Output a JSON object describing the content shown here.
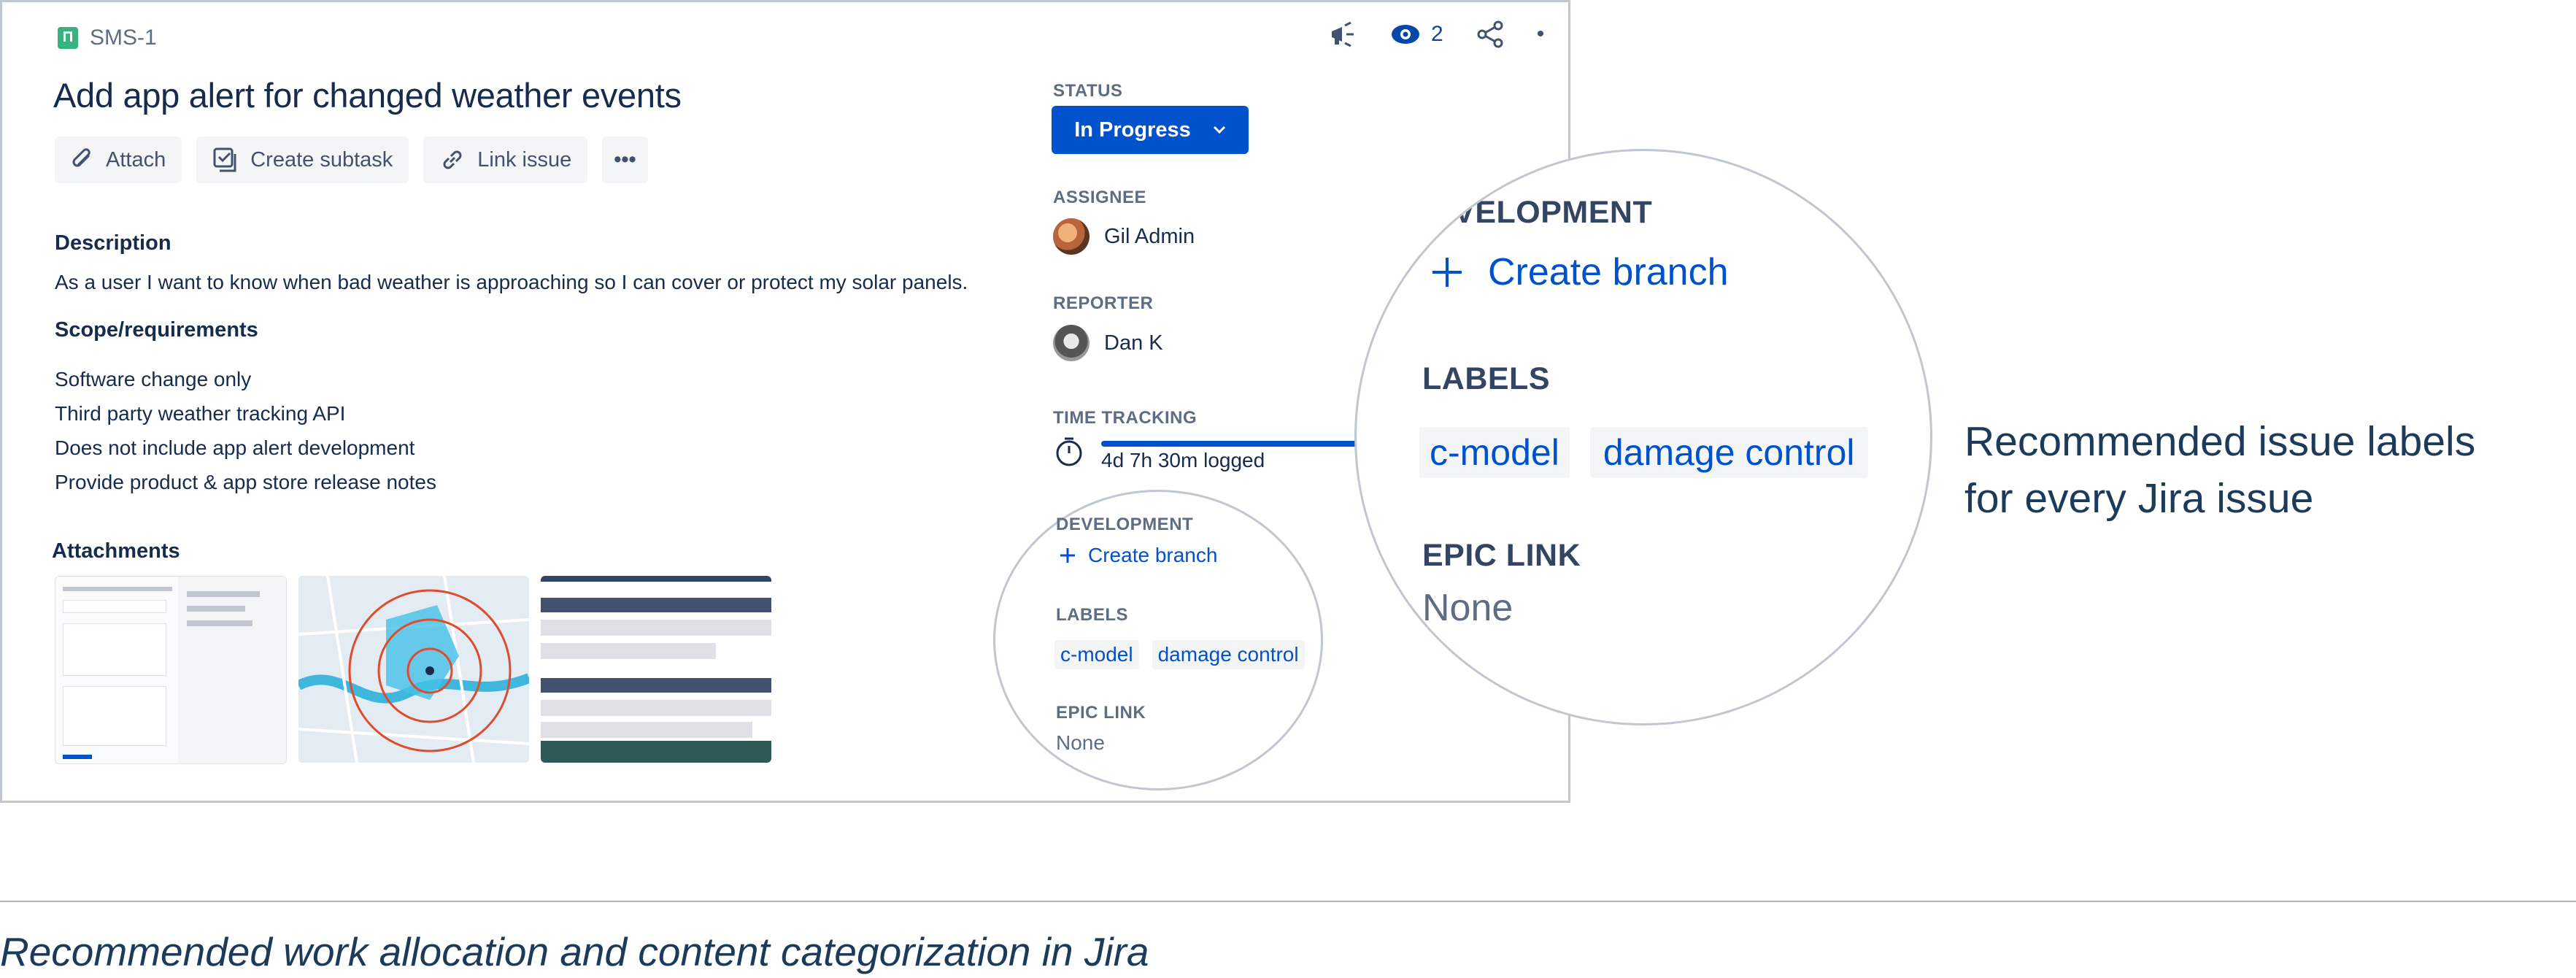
{
  "issue": {
    "key": "SMS-1",
    "title": "Add app alert for changed weather events",
    "watchers": "2"
  },
  "toolbar": {
    "attach": "Attach",
    "create_subtask": "Create subtask",
    "link_issue": "Link issue",
    "more": "•••"
  },
  "description": {
    "heading": "Description",
    "text": "As a user I want to know when bad weather is approaching so I can cover or protect my solar panels.",
    "scope_heading": "Scope/requirements",
    "items": [
      "Software change only",
      "Third party weather tracking API",
      "Does not include app alert development",
      "Provide product & app store release notes"
    ]
  },
  "attachments": {
    "heading": "Attachments"
  },
  "fields": {
    "status_label": "STATUS",
    "status_value": "In Progress",
    "assignee_label": "ASSIGNEE",
    "assignee_name": "Gil Admin",
    "reporter_label": "REPORTER",
    "reporter_name": "Dan K",
    "time_label": "TIME TRACKING",
    "time_logged": "4d 7h 30m logged",
    "time_progress": 0.8,
    "development_label": "DEVELOPMENT",
    "create_branch": "Create branch",
    "labels_label": "LABELS",
    "labels": [
      "c-model",
      "damage control"
    ],
    "epic_label": "EPIC LINK",
    "epic_value": "None"
  },
  "zoom": {
    "development_partial": "EVELOPMENT",
    "create_branch": "Create branch",
    "labels_label": "LABELS",
    "labels": [
      "c-model",
      "damage control"
    ],
    "epic_label": "EPIC LINK",
    "epic_value": "None"
  },
  "annotation": {
    "line1": "Recommended issue labels",
    "line2": "for every Jira issue"
  },
  "caption": "Recommended work allocation and content categorization in Jira",
  "colors": {
    "accent": "#0052cc",
    "label_bg": "#f4f5f7",
    "annotation_text": "#1c3b5a"
  }
}
